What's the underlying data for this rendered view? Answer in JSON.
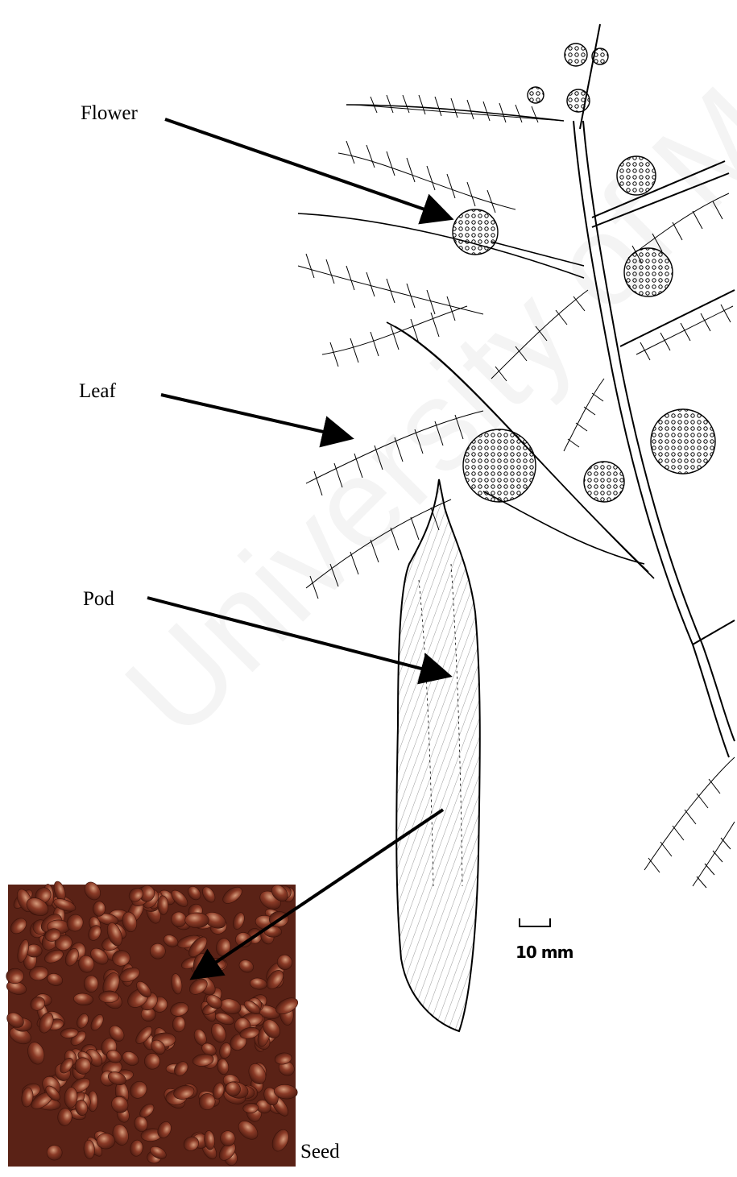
{
  "labels": {
    "flower": "Flower",
    "leaf": "Leaf",
    "pod": "Pod",
    "seed": "Seed"
  },
  "scale_bar": {
    "text": "10 mm"
  },
  "watermark": {
    "text": "University of Malaya"
  },
  "colors": {
    "ink": "#000000",
    "seed_base": "#6b2a1c",
    "seed_highlight": "#c98a6a"
  }
}
